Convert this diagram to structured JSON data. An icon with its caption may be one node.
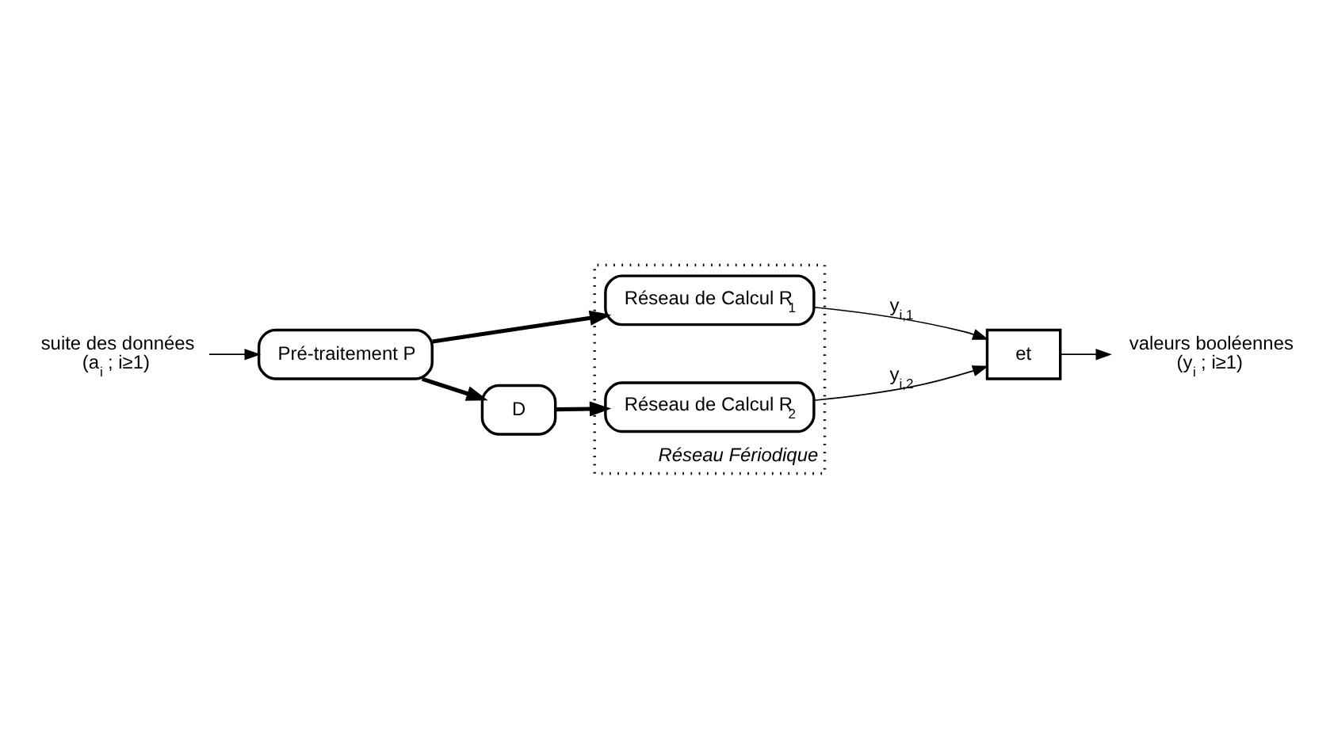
{
  "diagram": {
    "nodes": [
      {
        "text": [
          "suite des données",
          "(a$_{i}$ ; i≥1)"
        ]
      },
      {
        "text": [
          "Pré-traitement P"
        ]
      },
      {
        "text": [
          "Réseau Fériodique"
        ]
      },
      {
        "text": [
          "Réseau de Calcul R$_{1}$"
        ],
        "in": 2
      },
      {
        "text": [
          "Réseau de Calcul R$_{2}$"
        ],
        "in": 2
      },
      {
        "text": [
          "et"
        ]
      },
      {
        "text": [
          "D"
        ]
      },
      {
        "text": [
          "valeurs booléennes",
          "(y$_{i}$ ; i≥1)"
        ]
      }
    ],
    "edges": [
      {
        "from": 0,
        "to": 1,
        "arrow": "to"
      },
      {
        "from": 1,
        "to": 3,
        "arrow": "to",
        "style": "thick"
      },
      {
        "from": 1,
        "to": 6,
        "arrow": "to",
        "style": "thick"
      },
      {
        "from": 6,
        "to": 4,
        "arrow": "to",
        "style": "thick"
      },
      {
        "from": 3,
        "to": 5,
        "arrow": "to",
        "label": "y$_{i,1}$"
      },
      {
        "from": 4,
        "to": 5,
        "arrow": "to",
        "label": "y$_{i,2}$"
      },
      {
        "from": 5,
        "to": 7,
        "arrow": "to"
      }
    ]
  }
}
